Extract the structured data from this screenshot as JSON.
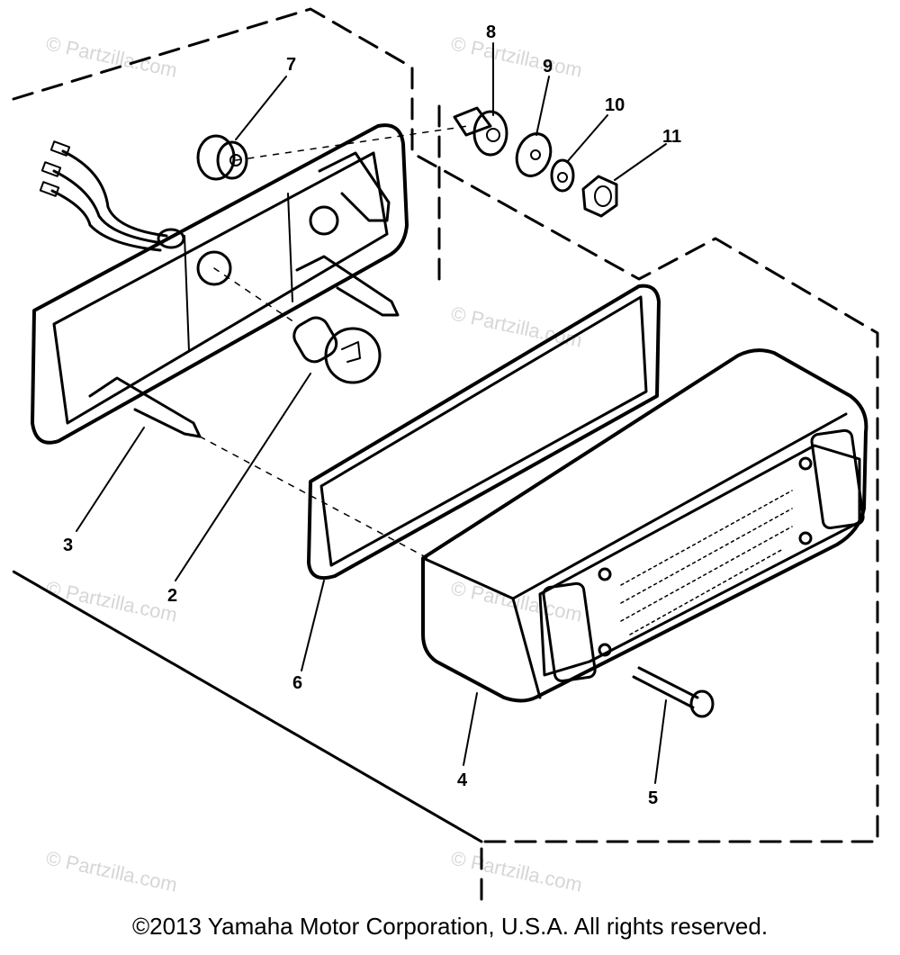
{
  "callouts": {
    "c1": "2",
    "c2": "3",
    "c3": "4",
    "c4": "5",
    "c5": "6",
    "c6": "7",
    "c7": "8",
    "c8": "9",
    "c9": "10",
    "c10": "11"
  },
  "watermark": "© Partzilla.com",
  "copyright": "©2013 Yamaha Motor Corporation, U.S.A. All rights reserved."
}
